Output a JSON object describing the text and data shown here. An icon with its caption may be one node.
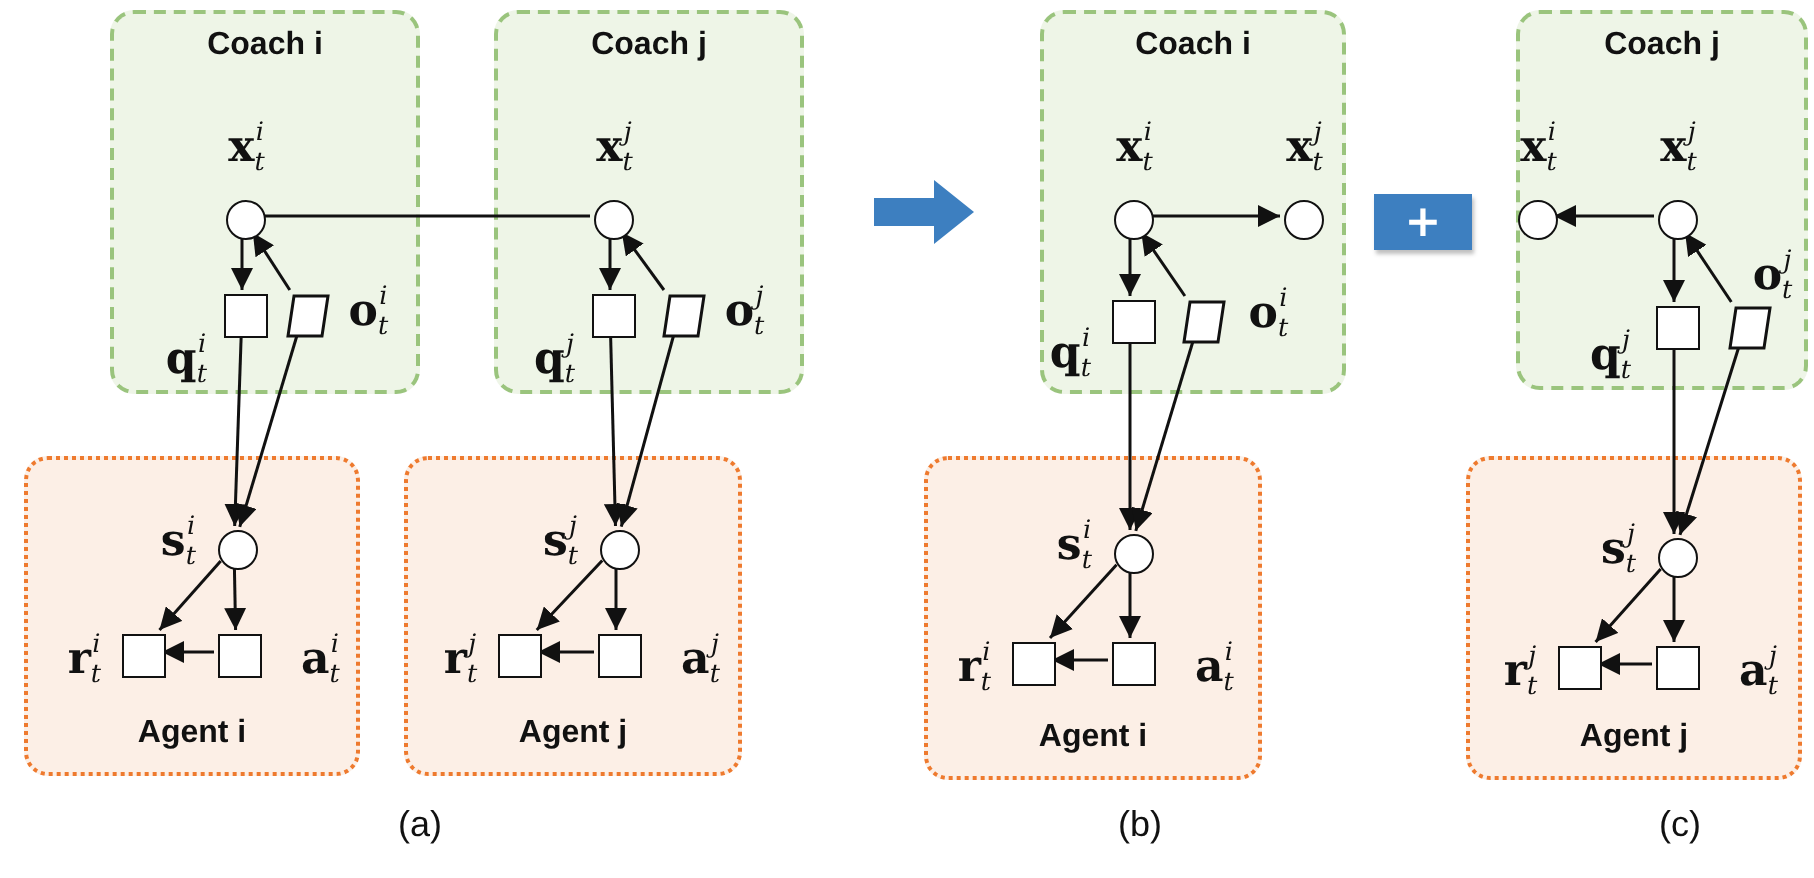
{
  "diagram": {
    "nodes": [
      {
        "text": [
          "Coach i"
        ]
      },
      {
        "text": [],
        "shape": "circle",
        "in": 0,
        "beside": [
          "x$_{t}$$^{i}$"
        ]
      },
      {
        "text": [],
        "shape": "box",
        "in": 0,
        "beside": [
          "q$_{t}$$^{i}$"
        ]
      },
      {
        "text": [],
        "shape": "parallelogram",
        "in": 0,
        "beside": [
          "o$_{t}$$^{i}$"
        ]
      },
      {
        "text": [
          "Coach j"
        ]
      },
      {
        "text": [],
        "shape": "circle",
        "in": 4,
        "beside": [
          "x$_{t}$$^{j}$"
        ]
      },
      {
        "text": [],
        "shape": "box",
        "in": 4,
        "beside": [
          "q$_{t}$$^{j}$"
        ]
      },
      {
        "text": [],
        "shape": "parallelogram",
        "in": 4,
        "beside": [
          "o$_{t}$$^{j}$"
        ]
      },
      {
        "text": [
          "Agent i"
        ]
      },
      {
        "text": [],
        "shape": "circle",
        "in": 8,
        "beside": [
          "s$_{t}$$^{i}$"
        ]
      },
      {
        "text": [],
        "shape": "box",
        "in": 8,
        "beside": [
          "r$_{t}$$^{i}$"
        ]
      },
      {
        "text": [],
        "shape": "box",
        "in": 8,
        "beside": [
          "a$_{t}$$^{i}$"
        ]
      },
      {
        "text": [
          "Agent j"
        ]
      },
      {
        "text": [],
        "shape": "circle",
        "in": 12,
        "beside": [
          "s$_{t}$$^{j}$"
        ]
      },
      {
        "text": [],
        "shape": "box",
        "in": 12,
        "beside": [
          "r$_{t}$$^{j}$"
        ]
      },
      {
        "text": [],
        "shape": "box",
        "in": 12,
        "beside": [
          "a$_{t}$$^{j}$"
        ]
      },
      {
        "text": [
          "Coach i"
        ]
      },
      {
        "text": [],
        "shape": "circle",
        "in": 16,
        "beside": [
          "x$_{t}$$^{i}$"
        ]
      },
      {
        "text": [],
        "shape": "circle",
        "in": 16,
        "beside": [
          "x$_{t}$$^{j}$"
        ]
      },
      {
        "text": [],
        "shape": "box",
        "in": 16,
        "beside": [
          "q$_{t}$$^{i}$"
        ]
      },
      {
        "text": [],
        "shape": "parallelogram",
        "in": 16,
        "beside": [
          "o$_{t}$$^{i}$"
        ]
      },
      {
        "text": [
          "Agent i"
        ]
      },
      {
        "text": [],
        "shape": "circle",
        "in": 21,
        "beside": [
          "s$_{t}$$^{i}$"
        ]
      },
      {
        "text": [],
        "shape": "box",
        "in": 21,
        "beside": [
          "r$_{t}$$^{i}$"
        ]
      },
      {
        "text": [],
        "shape": "box",
        "in": 21,
        "beside": [
          "a$_{t}$$^{i}$"
        ]
      },
      {
        "text": [
          "+"
        ]
      },
      {
        "text": [
          "Coach j"
        ]
      },
      {
        "text": [],
        "shape": "circle",
        "in": 26,
        "beside": [
          "x$_{t}$$^{i}$"
        ]
      },
      {
        "text": [],
        "shape": "circle",
        "in": 26,
        "beside": [
          "x$_{t}$$^{j}$"
        ]
      },
      {
        "text": [],
        "shape": "box",
        "in": 26,
        "beside": [
          "q$_{t}$$^{j}$"
        ]
      },
      {
        "text": [],
        "shape": "parallelogram",
        "in": 26,
        "beside": [
          "o$_{t}$$^{j}$"
        ]
      },
      {
        "text": [
          "Agent j"
        ]
      },
      {
        "text": [],
        "shape": "circle",
        "in": 31,
        "beside": [
          "s$_{t}$$^{j}$"
        ]
      },
      {
        "text": [],
        "shape": "box",
        "in": 31,
        "beside": [
          "r$_{t}$$^{j}$"
        ]
      },
      {
        "text": [],
        "shape": "box",
        "in": 31,
        "beside": [
          "a$_{t}$$^{j}$"
        ]
      }
    ],
    "edges": [
      {
        "from": 1,
        "to": 5,
        "arrow": "none"
      },
      {
        "from": 1,
        "to": 2,
        "arrow": "to"
      },
      {
        "from": 3,
        "to": 1,
        "arrow": "to"
      },
      {
        "from": 2,
        "to": 9,
        "arrow": "to"
      },
      {
        "from": 3,
        "to": 9,
        "arrow": "to"
      },
      {
        "from": 9,
        "to": 10,
        "arrow": "to"
      },
      {
        "from": 9,
        "to": 11,
        "arrow": "to"
      },
      {
        "from": 11,
        "to": 10,
        "arrow": "to"
      },
      {
        "from": 5,
        "to": 6,
        "arrow": "to"
      },
      {
        "from": 7,
        "to": 5,
        "arrow": "to"
      },
      {
        "from": 6,
        "to": 13,
        "arrow": "to"
      },
      {
        "from": 7,
        "to": 13,
        "arrow": "to"
      },
      {
        "from": 13,
        "to": 14,
        "arrow": "to"
      },
      {
        "from": 13,
        "to": 15,
        "arrow": "to"
      },
      {
        "from": 15,
        "to": 14,
        "arrow": "to"
      },
      {
        "from": 17,
        "to": 18,
        "arrow": "to"
      },
      {
        "from": 17,
        "to": 19,
        "arrow": "to"
      },
      {
        "from": 20,
        "to": 17,
        "arrow": "to"
      },
      {
        "from": 19,
        "to": 22,
        "arrow": "to"
      },
      {
        "from": 20,
        "to": 22,
        "arrow": "to"
      },
      {
        "from": 22,
        "to": 23,
        "arrow": "to"
      },
      {
        "from": 22,
        "to": 24,
        "arrow": "to"
      },
      {
        "from": 24,
        "to": 23,
        "arrow": "to"
      },
      {
        "from": 28,
        "to": 27,
        "arrow": "to"
      },
      {
        "from": 28,
        "to": 29,
        "arrow": "to"
      },
      {
        "from": 30,
        "to": 28,
        "arrow": "to"
      },
      {
        "from": 29,
        "to": 32,
        "arrow": "to"
      },
      {
        "from": 30,
        "to": 32,
        "arrow": "to"
      },
      {
        "from": 32,
        "to": 33,
        "arrow": "to"
      },
      {
        "from": 32,
        "to": 34,
        "arrow": "to"
      },
      {
        "from": 34,
        "to": 33,
        "arrow": "to"
      }
    ],
    "labels": [
      "(a)",
      "(b)",
      "(c)"
    ]
  }
}
